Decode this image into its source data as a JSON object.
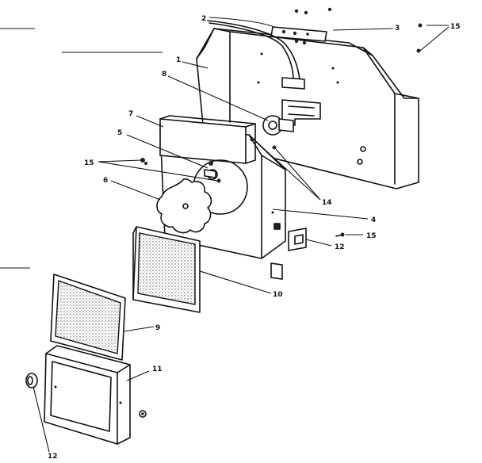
{
  "diagram": {
    "callouts": {
      "c1": "1",
      "c2": "2",
      "c3": "3",
      "c4": "4",
      "c5": "5",
      "c6": "6",
      "c7": "7",
      "c8": "8",
      "c9": "9",
      "c10": "10",
      "c11": "11",
      "c12_left": "12",
      "c12_right": "12",
      "c14": "14",
      "c15_top": "15",
      "c15_left": "15",
      "c15_right": "15"
    }
  }
}
